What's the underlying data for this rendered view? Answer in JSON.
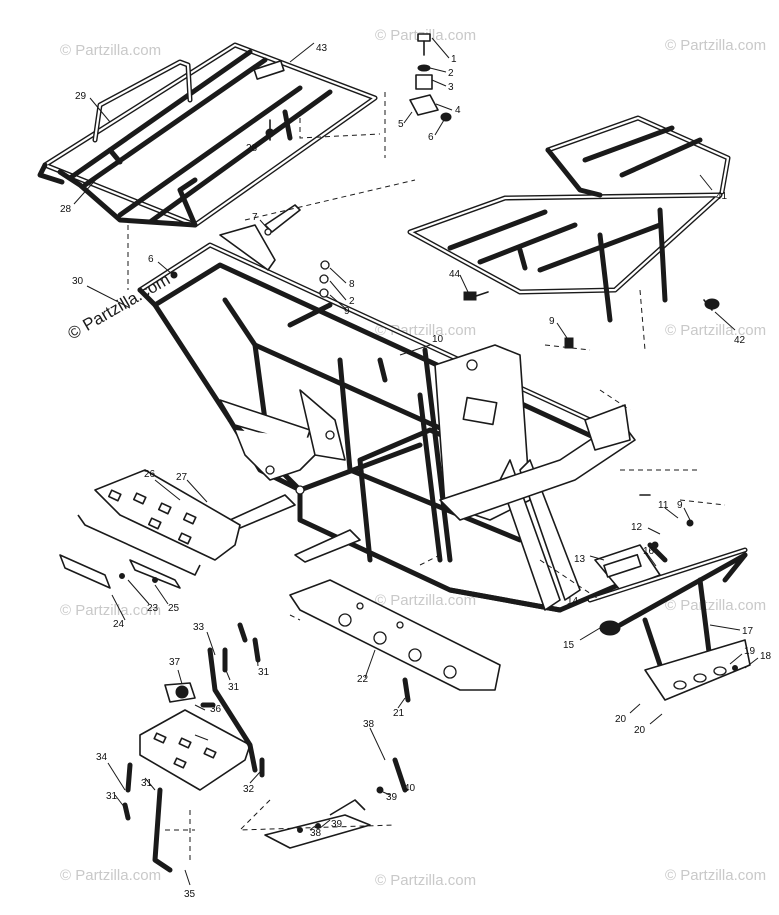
{
  "watermark": {
    "brand_text": "© Partzilla.com",
    "tile_text": "© Partzilla.com"
  },
  "callouts": [
    "1",
    "2",
    "3",
    "4",
    "5",
    "6",
    "7",
    "8",
    "2",
    "9",
    "10",
    "11",
    "9",
    "12",
    "13",
    "14",
    "15",
    "16",
    "17",
    "18",
    "19",
    "20",
    "20",
    "21",
    "22",
    "23",
    "24",
    "25",
    "26",
    "27",
    "28",
    "28",
    "29",
    "30",
    "31",
    "31",
    "31",
    "31",
    "32",
    "33",
    "34",
    "35",
    "36",
    "37",
    "38",
    "38",
    "39",
    "39",
    "40",
    "41",
    "42",
    "43",
    "44",
    "6",
    "9"
  ]
}
